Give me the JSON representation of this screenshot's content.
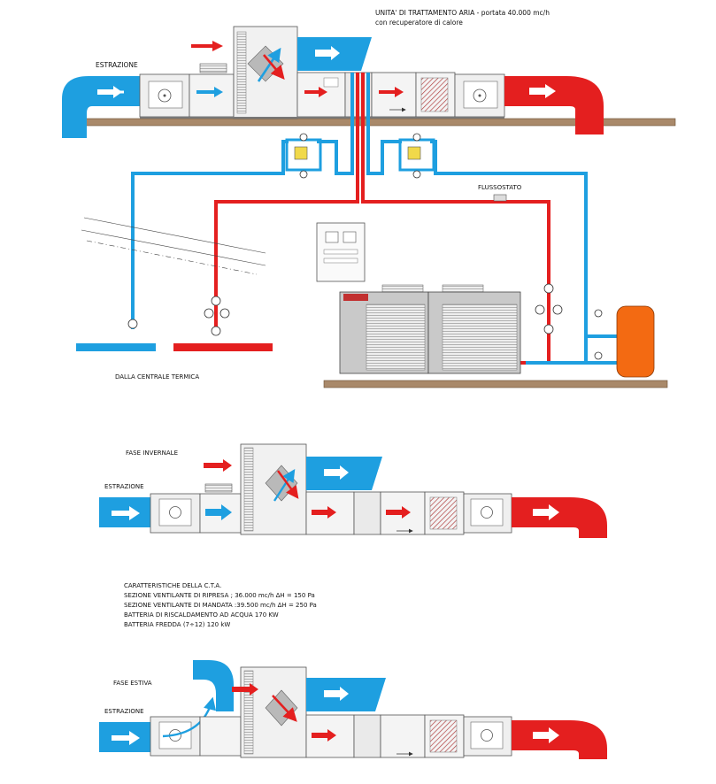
{
  "title_line1": "UNITA' DI TRATTAMENTO ARIA - portata 40.000 mc/h",
  "title_line2": "con recuperatore di calore",
  "label_estrazione": "ESTRAZIONE",
  "label_flussostato": "FLUSSOSTATO",
  "label_centrale": "DALLA CENTRALE TERMICA",
  "label_fase_invernale": "FASE INVERNALE",
  "label_fase_estiva": "FASE ESTIVA",
  "specs_lines": [
    "CARATTERISTICHE DELLA C.T.A.",
    "SEZIONE VENTILANTE DI RIPRESA ;  36.000 mc/h ΔH = 150 Pa",
    "SEZIONE VENTILANTE DI MANDATA :39.500 mc/h ΔH = 250 Pa",
    "BATTERIA DI RISCALDAMENTO AD ACQUA  170 KW",
    "BATTERIA FREDDA (7÷12) 120 kW"
  ],
  "colors": {
    "cold": "#1e9fe0",
    "hot": "#e41f1f",
    "tank": "#f36a12",
    "floor": "#a9896a",
    "unit_body": "#d8d8d8",
    "unit_line": "#555555"
  }
}
